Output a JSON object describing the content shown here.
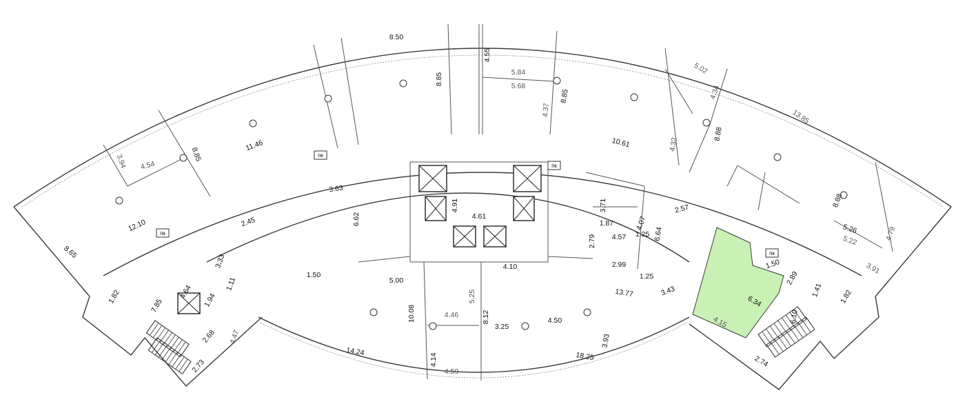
{
  "colors": {
    "highlight": "#c9f0b5",
    "wall": "#3a3a3a"
  },
  "labels": [
    {
      "t": "8.50"
    },
    {
      "t": "4.55"
    },
    {
      "t": "5.84"
    },
    {
      "t": "5.68"
    },
    {
      "t": "8.85"
    },
    {
      "t": "4.37"
    },
    {
      "t": "8.85"
    },
    {
      "t": "5.02"
    },
    {
      "t": "4.34"
    },
    {
      "t": "13.85"
    },
    {
      "t": "8.88"
    },
    {
      "t": "4.32"
    },
    {
      "t": "10.61"
    },
    {
      "t": "11.46"
    },
    {
      "t": "8.85"
    },
    {
      "t": "4.54"
    },
    {
      "t": "3.94"
    },
    {
      "t": "12.10"
    },
    {
      "t": "8.65"
    },
    {
      "t": "3.63"
    },
    {
      "t": "6.62"
    },
    {
      "t": "4.91"
    },
    {
      "t": "4.61"
    },
    {
      "t": "2.45"
    },
    {
      "t": "3.33"
    },
    {
      "t": "1.50"
    },
    {
      "t": "5.00"
    },
    {
      "t": "4.10"
    },
    {
      "t": "1.82"
    },
    {
      "t": "4.64"
    },
    {
      "t": "7.85"
    },
    {
      "t": "1.94"
    },
    {
      "t": "1.11"
    },
    {
      "t": "2.68"
    },
    {
      "t": "4.47"
    },
    {
      "t": "2.73"
    },
    {
      "t": "14.24"
    },
    {
      "t": "10.08"
    },
    {
      "t": "4.46"
    },
    {
      "t": "5.25"
    },
    {
      "t": "4.14"
    },
    {
      "t": "4.59"
    },
    {
      "t": "8.12"
    },
    {
      "t": "3.25"
    },
    {
      "t": "4.50"
    },
    {
      "t": "3.93"
    },
    {
      "t": "18.25"
    },
    {
      "t": "13.77"
    },
    {
      "t": "3.43"
    },
    {
      "t": "1.25"
    },
    {
      "t": "2.99"
    },
    {
      "t": "2.79"
    },
    {
      "t": "4.57"
    },
    {
      "t": "1.87"
    },
    {
      "t": "1.25"
    },
    {
      "t": "3.71"
    },
    {
      "t": "4.07"
    },
    {
      "t": "6.64"
    },
    {
      "t": "2.57"
    },
    {
      "t": "1.50"
    },
    {
      "t": "2.89"
    },
    {
      "t": "1.41"
    },
    {
      "t": "6.34"
    },
    {
      "t": "6.10"
    },
    {
      "t": "4.15"
    },
    {
      "t": "2.74"
    },
    {
      "t": "1.82"
    },
    {
      "t": "3.91"
    },
    {
      "t": "5.26"
    },
    {
      "t": "5.22"
    },
    {
      "t": "4.79"
    },
    {
      "t": "8.88"
    }
  ],
  "pk_labels": [
    {
      "t": "пк"
    },
    {
      "t": "пк"
    },
    {
      "t": "пк"
    },
    {
      "t": "пк"
    }
  ]
}
